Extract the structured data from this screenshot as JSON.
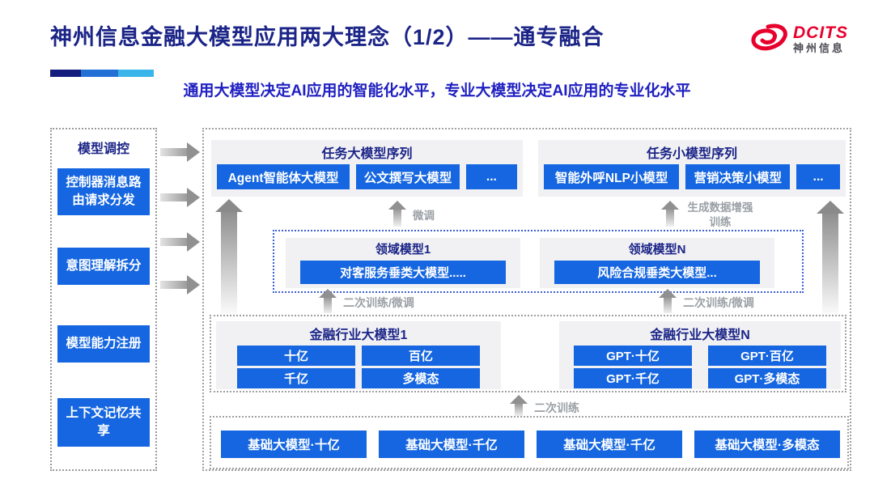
{
  "header": {
    "title": "神州信息金融大模型应用两大理念（1/2）——通专融合",
    "subtitle": "通用大模型决定AI应用的智能化水平，专业大模型决定AI应用的专业化水平",
    "logo": {
      "brand": "DCITS",
      "brand_cn": "神州信息"
    }
  },
  "colors": {
    "box_blue": "#1566e0",
    "title_navy": "#1b2487",
    "subtitle_blue": "#2020c2",
    "brand_red": "#e8002d",
    "deco_bar": [
      "#141c7e",
      "#2270d6",
      "#3ab5ea"
    ],
    "panel_gray": "#f1f1f4",
    "arrow_gray": "#909090"
  },
  "sidebar": {
    "title": "模型调控",
    "items": [
      {
        "label": "控制器消息路由请求分发"
      },
      {
        "label": "意图理解拆分"
      },
      {
        "label": "模型能力注册"
      },
      {
        "label": "上下文记忆共享"
      }
    ]
  },
  "diagram": {
    "task_large": {
      "title": "任务大模型序列",
      "boxes": [
        "Agent智能体大模型",
        "公文撰写大模型",
        "..."
      ]
    },
    "task_small": {
      "title": "任务小模型序列",
      "boxes": [
        "智能外呼NLP小模型",
        "营销决策小模型",
        "..."
      ]
    },
    "labels": {
      "finetune": "微调",
      "gen_data": "生成数据增强训练",
      "retrain_left": "二次训练/微调",
      "retrain_right": "二次训练/微调",
      "retrain": "二次训练"
    },
    "domain": {
      "left": {
        "title": "领域模型1",
        "box": "对客服务垂类大模型....."
      },
      "right": {
        "title": "领域模型N",
        "box": "风险合规垂类大模型..."
      }
    },
    "industry": {
      "left": {
        "title": "金融行业大模型1",
        "boxes": [
          "十亿",
          "百亿",
          "千亿",
          "多模态"
        ]
      },
      "right": {
        "title": "金融行业大模型N",
        "boxes": [
          "GPT·十亿",
          "GPT·百亿",
          "GPT·千亿",
          "GPT·多模态"
        ]
      }
    },
    "base_models": [
      "基础大模型·十亿",
      "基础大模型·千亿",
      "基础大模型·千亿",
      "基础大模型·多模态"
    ]
  }
}
